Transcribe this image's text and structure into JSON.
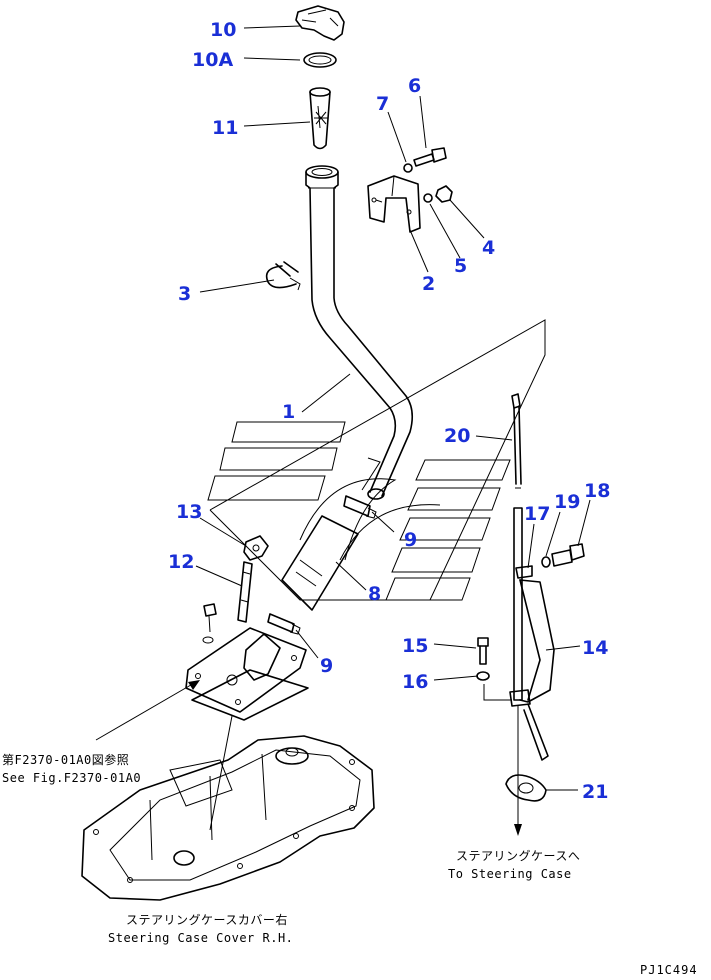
{
  "callouts": {
    "c10": "10",
    "c10a": "10A",
    "c11": "11",
    "c7": "7",
    "c6": "6",
    "c4": "4",
    "c5": "5",
    "c2": "2",
    "c3": "3",
    "c1": "1",
    "c20": "20",
    "c13": "13",
    "c9a": "9",
    "c17": "17",
    "c19": "19",
    "c18": "18",
    "c12": "12",
    "c8": "8",
    "c14": "14",
    "c9b": "9",
    "c15": "15",
    "c16": "16",
    "c21": "21"
  },
  "notes": {
    "ref_jp": "第F2370-01A0図参照",
    "ref_en": "See Fig.F2370-01A0",
    "to_case_jp": "ステアリングケースへ",
    "to_case_en": "To Steering Case",
    "cover_jp": "ステアリングケースカバー右",
    "cover_en": "Steering Case Cover R.H."
  },
  "code": "PJ1C494",
  "colors": {
    "callout": "#1a2fd6",
    "line": "#000000"
  }
}
